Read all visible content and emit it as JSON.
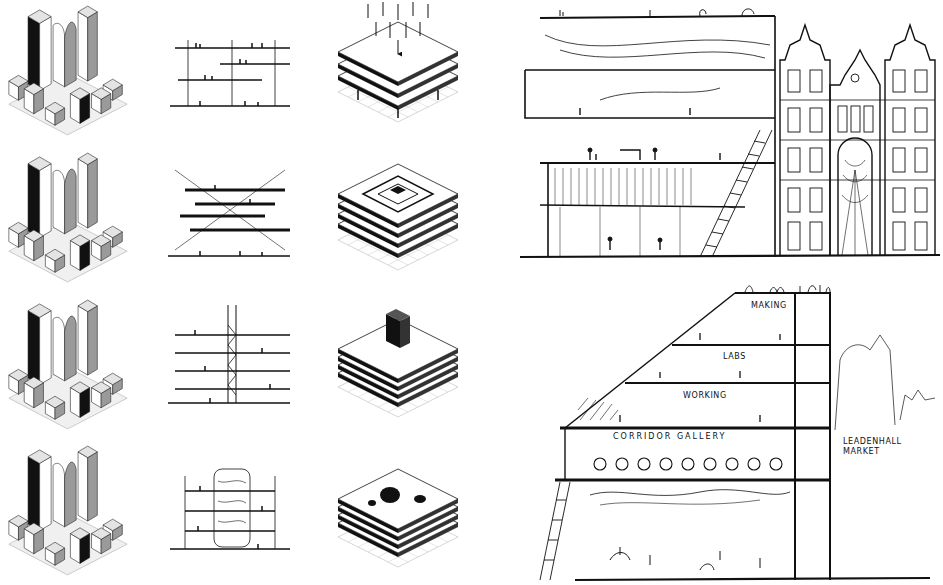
{
  "diagram": {
    "labels": [
      "MAKING",
      "LABS",
      "WORKING",
      "CORRIDOR GALLERY",
      "LEADENHALL MARKET"
    ]
  }
}
